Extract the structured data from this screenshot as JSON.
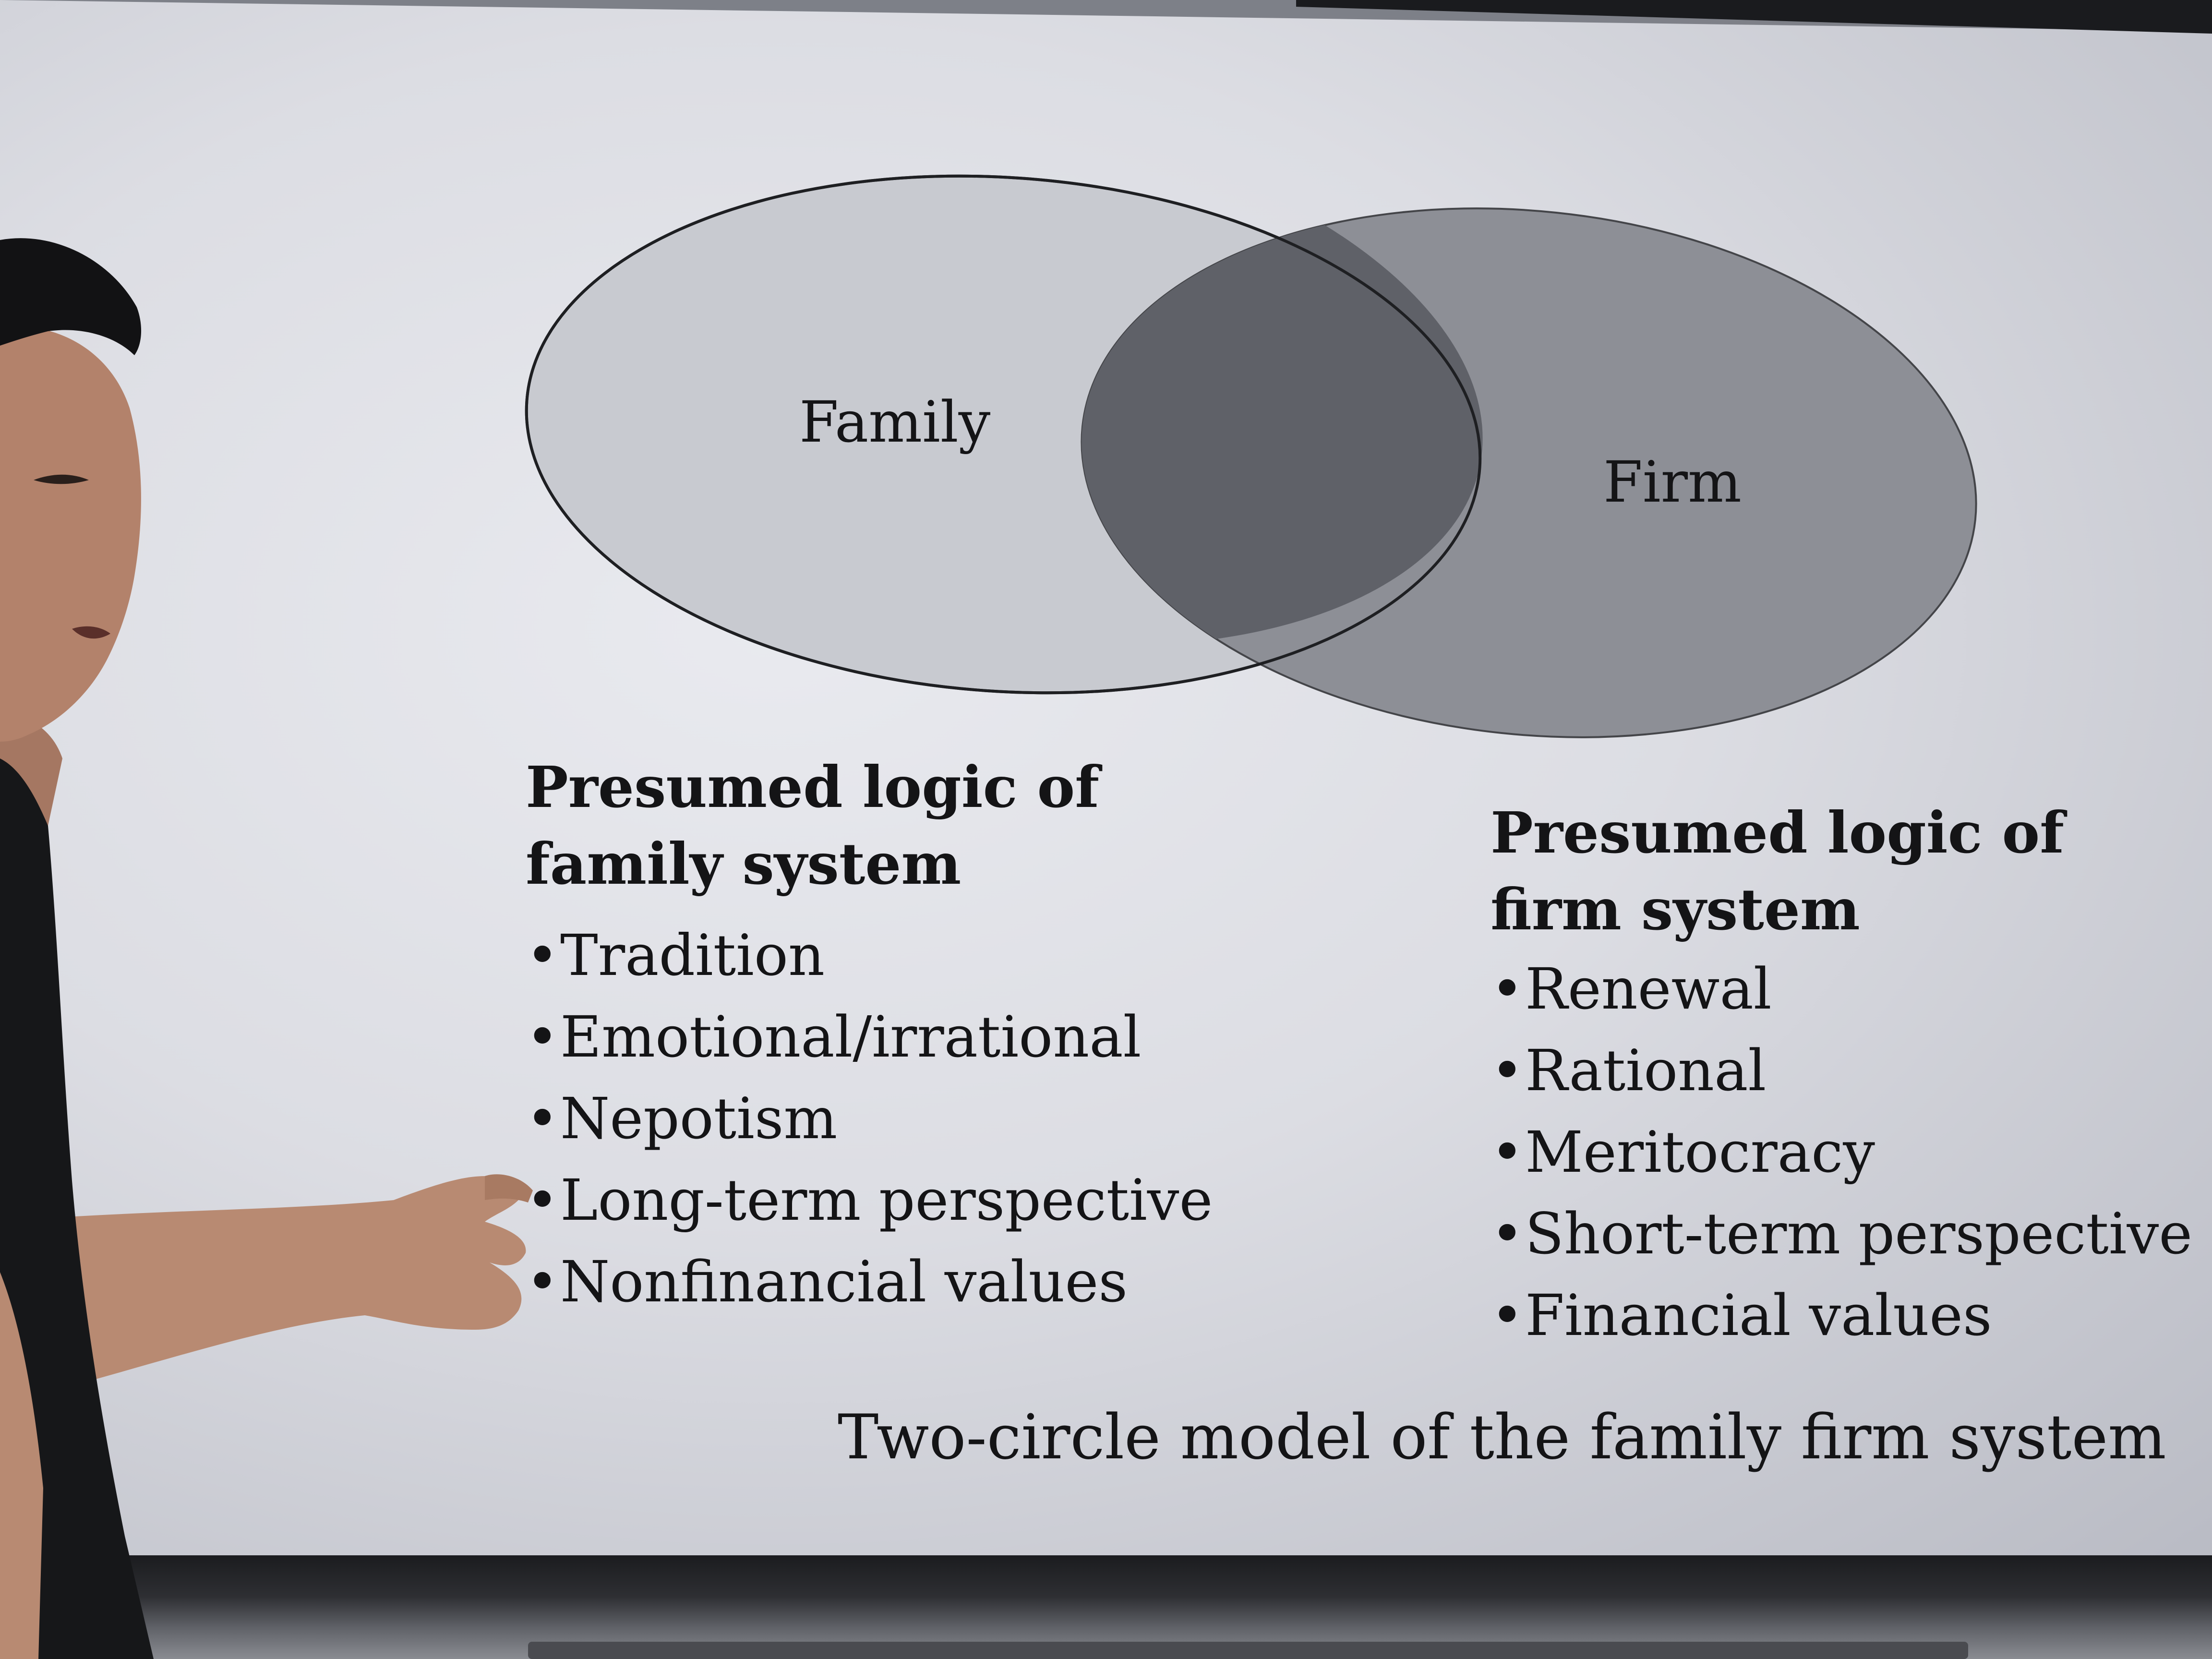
{
  "diagram": {
    "circles": [
      {
        "label": "Family"
      },
      {
        "label": "Firm"
      }
    ]
  },
  "left_column": {
    "heading_line1": "Presumed logic of",
    "heading_line2": "family system",
    "items": [
      "Tradition",
      "Emotional/irrational",
      "Nepotism",
      "Long-term perspective",
      "Nonfinancial values"
    ]
  },
  "right_column": {
    "heading_line1": "Presumed logic of",
    "heading_line2": "firm system",
    "items": [
      "Renewal",
      "Rational",
      "Meritocracy",
      "Short-term perspective",
      "Financial values"
    ]
  },
  "caption": "Two-circle model of the family firm system",
  "bullet_char": "•",
  "colors": {
    "screen": "#e2e3e8",
    "family_circle": "#c9cbd1",
    "firm_circle": "#8f9198",
    "overlap": "#6e7077",
    "text": "#141416"
  }
}
